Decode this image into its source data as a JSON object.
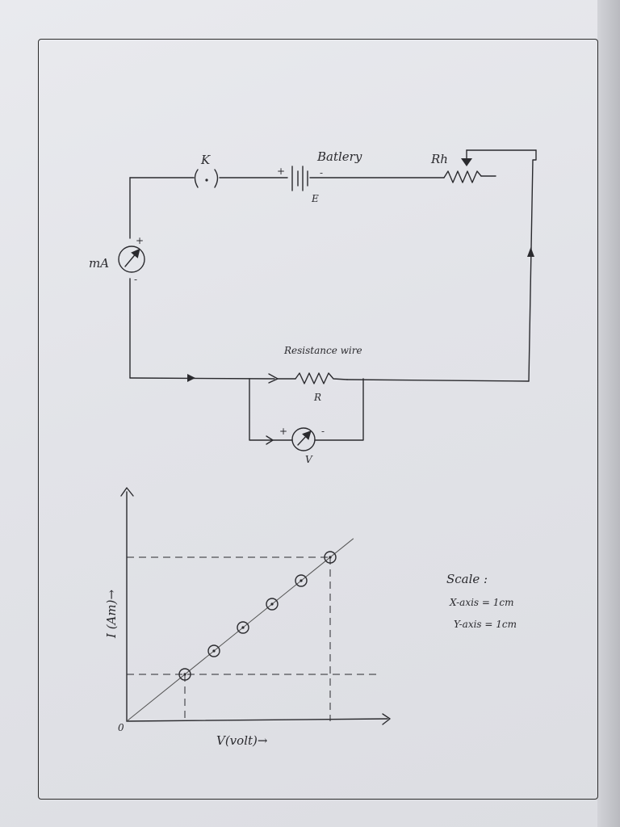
{
  "circuit": {
    "key_label": "K",
    "key_symbol": "( · )",
    "battery_label": "Batlery",
    "battery_name": "E",
    "battery_plus": "+",
    "battery_minus": "-",
    "rheostat_label": "Rh",
    "ammeter_label": "mA",
    "ammeter_plus": "+",
    "ammeter_minus": "-",
    "resistance_wire_label": "Resistance wire",
    "resistor_label": "R",
    "voltmeter_label": "V",
    "voltmeter_plus": "+",
    "voltmeter_minus": "-"
  },
  "graph": {
    "y_axis_label": "I (Am)→",
    "x_axis_label": "V(volt)→",
    "origin_label": "0"
  },
  "scale_note": {
    "title": "Scale :",
    "x_axis": "X-axis = 1cm",
    "y_axis": "Y-axis = 1cm"
  },
  "chart_data": {
    "type": "scatter",
    "title": "",
    "xlabel": "V(volt)→",
    "ylabel": "I (Am)→",
    "x": [
      2,
      3,
      4,
      5,
      6,
      7
    ],
    "y": [
      2,
      3,
      4,
      5,
      6,
      7
    ],
    "best_fit_line": true,
    "xlim": [
      0,
      9
    ],
    "ylim": [
      0,
      9
    ],
    "grid": false
  }
}
